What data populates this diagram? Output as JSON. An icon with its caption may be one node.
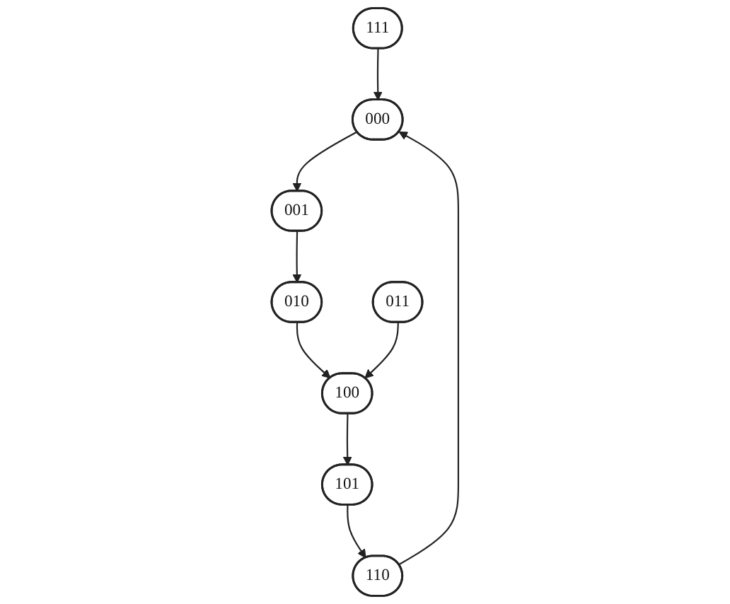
{
  "diagram": {
    "nodes": [
      {
        "text": [
          "111"
        ]
      },
      {
        "text": [
          "000"
        ]
      },
      {
        "text": [
          "001"
        ]
      },
      {
        "text": [
          "110"
        ]
      },
      {
        "text": [
          "101"
        ]
      },
      {
        "text": [
          "010"
        ]
      },
      {
        "text": [
          "100"
        ]
      },
      {
        "text": [
          "011"
        ]
      }
    ],
    "edges": [
      {
        "from": 0,
        "to": 1,
        "arrow": "to"
      },
      {
        "from": 1,
        "to": 2,
        "arrow": "to"
      },
      {
        "from": 2,
        "to": 5,
        "arrow": "to"
      },
      {
        "from": 5,
        "to": 6,
        "arrow": "to"
      },
      {
        "from": 6,
        "to": 4,
        "arrow": "to"
      },
      {
        "from": 4,
        "to": 3,
        "arrow": "to"
      },
      {
        "from": 3,
        "to": 1,
        "arrow": "to"
      },
      {
        "from": 7,
        "to": 6,
        "arrow": "to"
      }
    ]
  }
}
